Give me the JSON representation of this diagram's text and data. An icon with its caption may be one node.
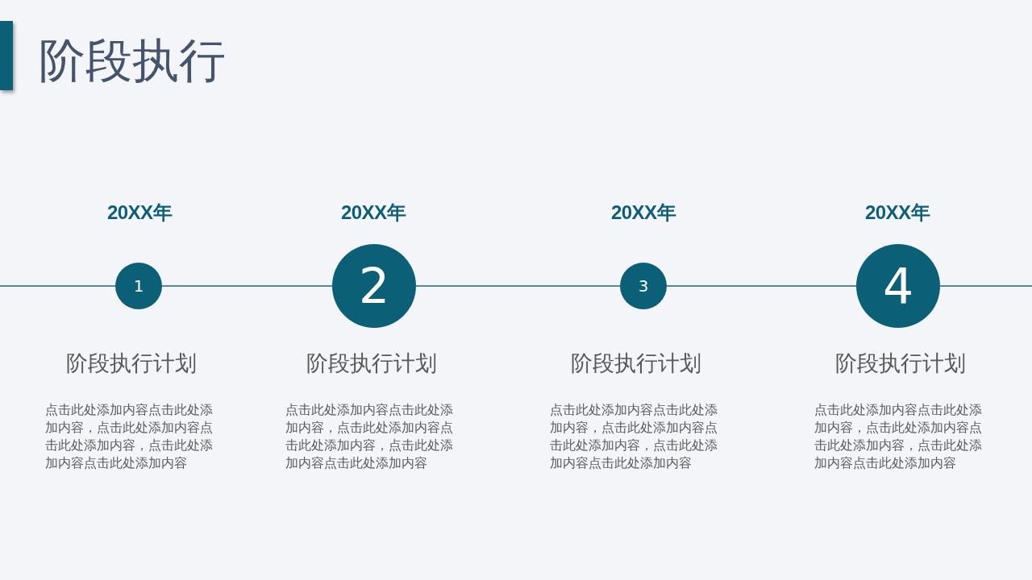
{
  "diagram": {
    "title": "阶段执行",
    "nodes": [
      {
        "text": [
          "1"
        ],
        "beside": [
          "20XX年",
          "阶段执行计划",
          "点击此处添加内容点击此处添加内容，点击此处添加内容点击此处添加内容，点击此处添加内容点击此处添加内容"
        ]
      },
      {
        "text": [
          "2"
        ],
        "beside": [
          "20XX年",
          "阶段执行计划",
          "点击此处添加内容点击此处添加内容，点击此处添加内容点击此处添加内容，点击此处添加内容点击此处添加内容"
        ]
      },
      {
        "text": [
          "3"
        ],
        "beside": [
          "20XX年",
          "阶段执行计划",
          "点击此处添加内容点击此处添加内容，点击此处添加内容点击此处添加内容，点击此处添加内容点击此处添加内容"
        ]
      },
      {
        "text": [
          "4"
        ],
        "beside": [
          "20XX年",
          "阶段执行计划",
          "点击此处添加内容点击此处添加内容，点击此处添加内容点击此处添加内容，点击此处添加内容点击此处添加内容"
        ]
      }
    ],
    "edges": [
      {
        "from": null,
        "to": 0,
        "arrow": "none"
      },
      {
        "from": 0,
        "to": 1,
        "arrow": "none"
      },
      {
        "from": 1,
        "to": 2,
        "arrow": "none"
      },
      {
        "from": 2,
        "to": 3,
        "arrow": "none"
      },
      {
        "from": 3,
        "to": null,
        "arrow": "none"
      }
    ]
  }
}
